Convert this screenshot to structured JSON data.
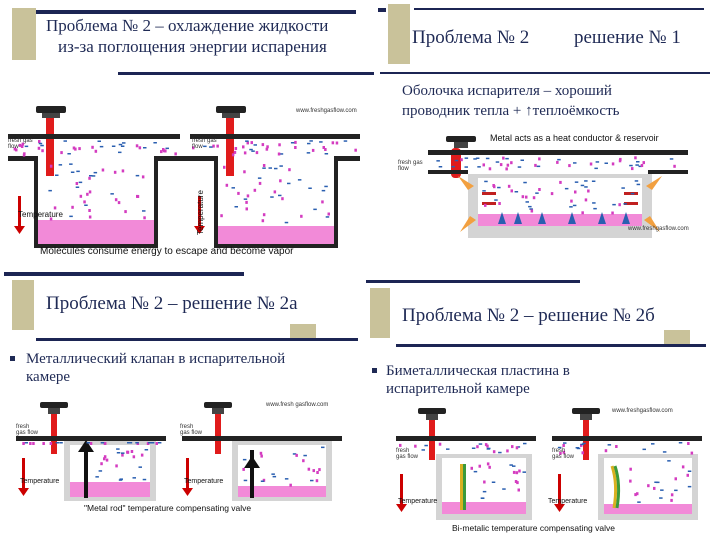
{
  "slide1": {
    "title_line1": "Проблема № 2 – охлаждение жидкости",
    "title_line2": "из-за поглощения энергии испарения",
    "caption": "Molecules consume energy to escape and become vapor",
    "fresh_gas_label": "fresh gas flow",
    "temperature_label": "Temperature",
    "watermark": "www.freshgasflow.com"
  },
  "slide2": {
    "title_left": "Проблема № 2",
    "title_right": "решение № 1",
    "subtitle_line1": "Оболочка испарителя – хороший",
    "subtitle_line2": "проводник тепла + ↑теплоёмкость",
    "diagram_label": "Metal acts as a heat conductor & reservoir",
    "fresh_gas_label": "fresh gas flow",
    "watermark": "www.freshgasflow.com"
  },
  "slide3": {
    "title": "Проблема № 2 – решение № 2а",
    "bullet_line1": "Металлический клапан в испарительной",
    "bullet_line2": "камере",
    "caption": "\"Metal rod\" temperature compensating valve",
    "fresh_gas_label": "fresh gas flow",
    "temperature_label": "Temperature",
    "watermark": "www.fresh gasflow.com"
  },
  "slide4": {
    "title": "Проблема № 2 – решение № 2б",
    "bullet_line1": "Биметаллическая пластина в",
    "bullet_line2": "испарительной камере",
    "caption": "Bi-metalic temperature compensating valve",
    "fresh_gas_label": "fresh gas flow",
    "temperature_label": "Temperature",
    "watermark": "www.freshgasflow.com"
  },
  "colors": {
    "navy": "#1c2554",
    "tan": "#c9c29a",
    "liquid": "#f28ad8",
    "valve_red": "#e01b1b",
    "arrow_blue": "#2a5fb0",
    "arrow_orange": "#f2a040"
  }
}
